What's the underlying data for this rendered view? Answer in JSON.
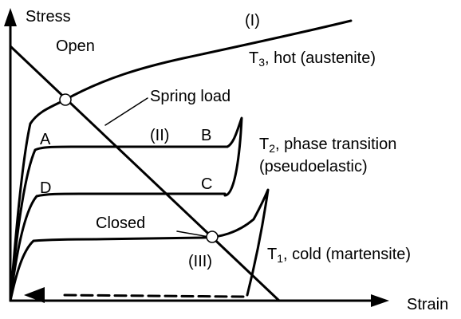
{
  "axes": {
    "y_label": "Stress",
    "x_label": "Strain"
  },
  "annotations": {
    "open": "Open",
    "closed": "Closed",
    "spring_load": "Spring load"
  },
  "curves": {
    "I": {
      "roman": "(I)",
      "label_prefix": "T",
      "label_sub": "3",
      "label_rest": ", hot (austenite)"
    },
    "II": {
      "roman": "(II)",
      "label_prefix": "T",
      "label_sub": "2",
      "label_rest": ", phase transition",
      "label_line2": "(pseudoelastic)"
    },
    "III": {
      "roman": "(III)",
      "label_prefix": "T",
      "label_sub": "1",
      "label_rest": ", cold (martensite)"
    }
  },
  "points": {
    "A": "A",
    "B": "B",
    "C": "C",
    "D": "D"
  }
}
